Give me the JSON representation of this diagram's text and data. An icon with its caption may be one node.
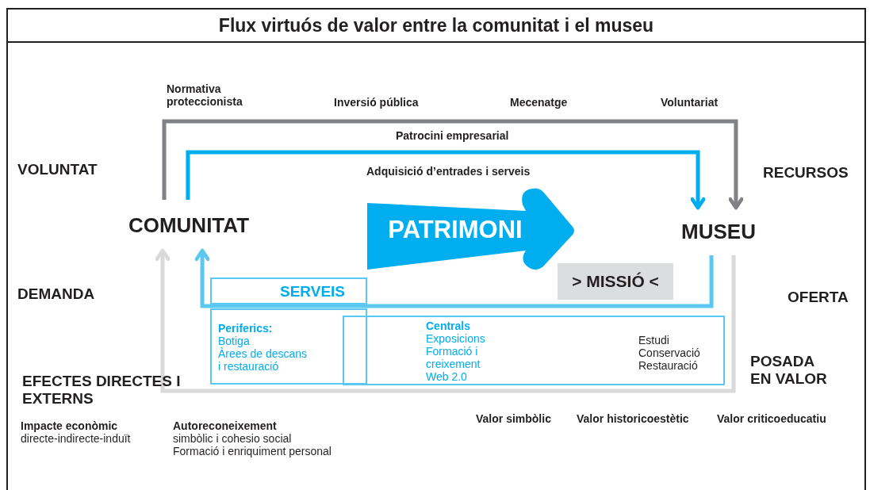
{
  "diagram": {
    "title": "Flux virtuós de valor entre la comunitat i el museu",
    "nodes": [
      {
        "text": [
          "COMUNITAT"
        ]
      },
      {
        "text": [
          "MUSEU"
        ]
      },
      {
        "text": [
          "PATRIMONI"
        ]
      },
      {
        "text": [
          "> MISSIÓ <"
        ]
      },
      {
        "text": [
          "SERVEIS"
        ]
      },
      {
        "text": [
          "Periferics:",
          "Botiga",
          "Àrees de descans i restauració"
        ]
      },
      {
        "text": [
          "Centrals",
          "Exposicions",
          "Formació i creixement",
          "Web 2.0",
          "Estudi",
          "Conservació",
          "Restauració"
        ]
      }
    ],
    "edges": [
      {
        "from": 0,
        "to": 1,
        "arrow": "to",
        "color": "#808285"
      },
      {
        "from": 0,
        "to": 1,
        "arrow": "to",
        "color": "#00aeef"
      },
      {
        "from": 1,
        "to": 0,
        "arrow": "to",
        "color": "#5bc8f2"
      },
      {
        "from": 1,
        "to": 0,
        "arrow": "to",
        "color": "#d9d9d9"
      }
    ],
    "labels": [
      "Normativa proteccionista",
      "Inversió pública",
      "Mecenatge",
      "Voluntariat",
      "Patrocini empresarial",
      "VOLUNTAT",
      "Adquisició d’entrades i serveis",
      "RECURSOS",
      "DEMANDA",
      "OFERTA",
      "POSADA EN VALOR",
      "EFECTES DIRECTES I EXTERNS",
      "Impacte econòmic",
      "directe-indirecte-induït",
      "Autoreconeixement",
      "simbòlic i cohesio social",
      "Formació i enriquiment personal",
      "Valor simbòlic",
      "Valor historicoestètic",
      "Valor criticoeducatiu"
    ]
  }
}
